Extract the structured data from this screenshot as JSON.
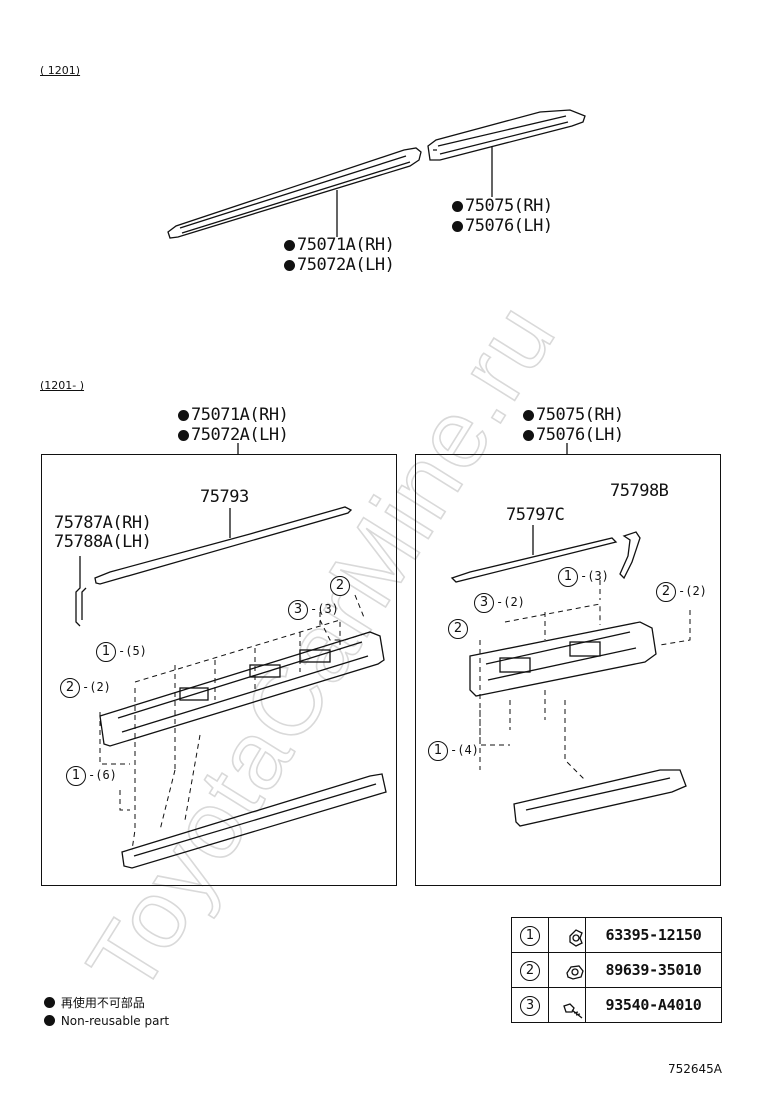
{
  "top_section": {
    "date_range": "(      1201)",
    "part_front": [
      "75071A(RH)",
      "75072A(LH)"
    ],
    "part_rear": [
      "75075(RH)",
      "75076(LH)"
    ]
  },
  "bottom_section": {
    "date_range": "(1201-      )",
    "left_box": {
      "header": [
        "75071A(RH)",
        "75072A(LH)"
      ],
      "rail_part": "75793",
      "clip_part": [
        "75787A(RH)",
        "75788A(LH)"
      ],
      "callouts": [
        {
          "num": "1",
          "qty": "-(5)"
        },
        {
          "num": "2",
          "qty": "-(2)"
        },
        {
          "num": "1",
          "qty": "-(6)"
        },
        {
          "num": "3",
          "qty": "-(3)"
        },
        {
          "num": "2",
          "qty": ""
        }
      ]
    },
    "right_box": {
      "header": [
        "75075(RH)",
        "75076(LH)"
      ],
      "rail_part": "75797C",
      "end_part": "75798B",
      "callouts": [
        {
          "num": "1",
          "qty": "-(3)"
        },
        {
          "num": "3",
          "qty": "-(2)"
        },
        {
          "num": "2",
          "qty": ""
        },
        {
          "num": "2",
          "qty": "-(2)"
        },
        {
          "num": "1",
          "qty": "-(4)"
        }
      ]
    }
  },
  "legend_table": [
    {
      "num": "1",
      "icon": "clip-icon",
      "code": "63395-12150"
    },
    {
      "num": "2",
      "icon": "retainer-icon",
      "code": "89639-35010"
    },
    {
      "num": "3",
      "icon": "screw-icon",
      "code": "93540-A4010"
    }
  ],
  "notes": {
    "jp": "再使用不可部品",
    "en": "Non-reusable part"
  },
  "diagram_id": "752645A",
  "watermark": "ToyotaCarMine.ru"
}
